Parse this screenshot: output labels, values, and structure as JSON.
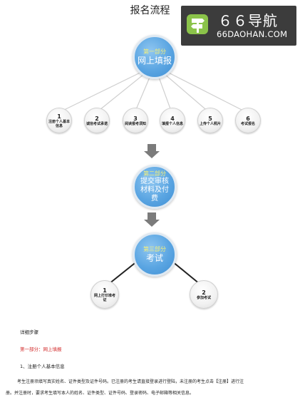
{
  "document": {
    "title": "报名流程"
  },
  "watermark": {
    "name": "６６导航",
    "domain": "66DAOHAN.COM",
    "logo_icon": "signpost-icon",
    "bg_color": "#3c3c3c"
  },
  "flow": {
    "part1": {
      "sub": "第一部分",
      "main": "网上填报"
    },
    "steps": [
      {
        "num": "1",
        "label": "注册个人基本信息"
      },
      {
        "num": "2",
        "label": "诚信考试承诺"
      },
      {
        "num": "3",
        "label": "阅读报考须知"
      },
      {
        "num": "4",
        "label": "填报个人信息"
      },
      {
        "num": "5",
        "label": "上传个人照片"
      },
      {
        "num": "6",
        "label": "考试报名"
      }
    ],
    "part2": {
      "sub": "第二部分",
      "main": "提交审核材料及付费"
    },
    "part3": {
      "sub": "第三部分",
      "main": "考试"
    },
    "final_steps": [
      {
        "num": "1",
        "label": "网上打印准考证"
      },
      {
        "num": "2",
        "label": "参加考试"
      }
    ],
    "colors": {
      "circle_blue": "#5aa5e2",
      "sub_yellow": "#f6f078",
      "arrow_gray": "#7b7b7b"
    }
  },
  "details": {
    "heading": "详细步骤",
    "part1_heading": "第一部分：网上填报",
    "step1_heading": "1、注册个人基本信息",
    "para_line1": "考生注册须填写真实姓名、证件类型及证件号码。已注册的考生请直接登录进行登陆，未注册的考生点击【注册】进行注",
    "para_line2": "册。并注册时，要求考生填写本人的姓名、证件类型、证件号码、登录密码、电子邮箱等相关信息。"
  }
}
